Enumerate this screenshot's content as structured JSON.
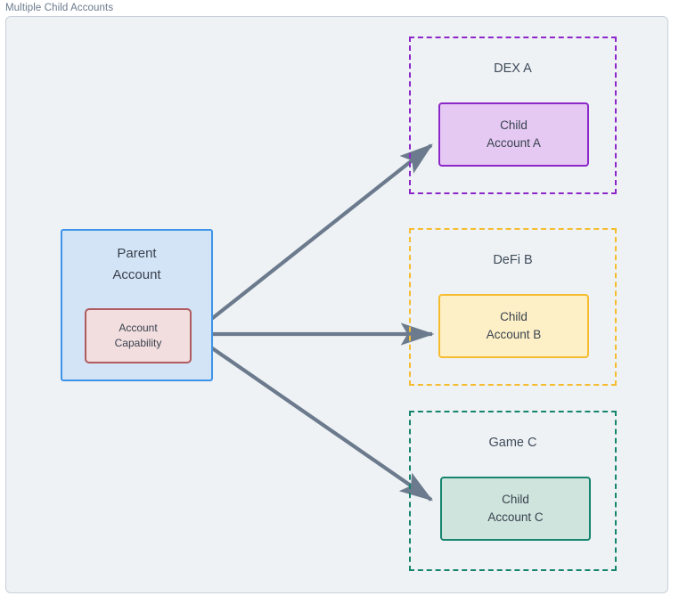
{
  "diagram": {
    "title": "Multiple Child Accounts",
    "canvas_bg": "#eff2f5",
    "canvas_border": "#c7d0d9",
    "text_color": "#39424e",
    "arrow_color": "#6b7a8c"
  },
  "parent": {
    "title_line1": "Parent",
    "title_line2": "Account",
    "fill": "#d4e4f7",
    "stroke": "#3d94e8",
    "capability": {
      "line1": "Account",
      "line2": "Capability",
      "fill": "#f2dedf",
      "stroke": "#b05b5f"
    }
  },
  "groups": [
    {
      "id": "dex-a",
      "label": "DEX A",
      "accent": "#8c27c9",
      "child": {
        "line1": "Child",
        "line2": "Account A",
        "fill": "#e5c9f2",
        "stroke": "#8c27c9"
      }
    },
    {
      "id": "defi-b",
      "label": "DeFi B",
      "accent": "#f6bc2f",
      "child": {
        "line1": "Child",
        "line2": "Account B",
        "fill": "#fdf0c6",
        "stroke": "#f6bc2f"
      }
    },
    {
      "id": "game-c",
      "label": "Game C",
      "accent": "#16856e",
      "child": {
        "line1": "Child",
        "line2": "Account C",
        "fill": "#cfe4dd",
        "stroke": "#16856e"
      }
    }
  ],
  "connections": [
    {
      "id": "arrow-to-child-a",
      "from": "account-capability",
      "to": "child-account-a"
    },
    {
      "id": "arrow-to-child-b",
      "from": "account-capability",
      "to": "child-account-b"
    },
    {
      "id": "arrow-to-child-c",
      "from": "account-capability",
      "to": "child-account-c"
    }
  ]
}
